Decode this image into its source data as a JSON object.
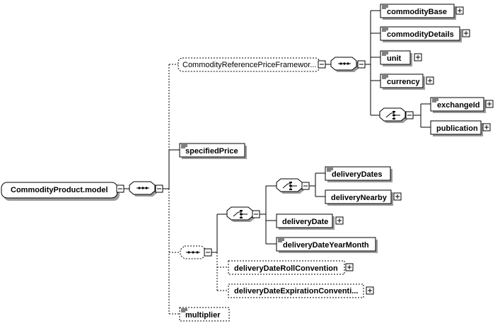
{
  "root": {
    "label": "CommodityProduct.model"
  },
  "nodes": {
    "framework": {
      "label": "CommodityReferencePriceFramewor..."
    },
    "commodityBase": {
      "label": "commodityBase"
    },
    "commodityDetails": {
      "label": "commodityDetails"
    },
    "unit": {
      "label": "unit"
    },
    "currency": {
      "label": "currency"
    },
    "exchangeId": {
      "label": "exchangeId"
    },
    "publication": {
      "label": "publication"
    },
    "specifiedPrice": {
      "label": "specifiedPrice"
    },
    "deliveryDates": {
      "label": "deliveryDates"
    },
    "deliveryNearby": {
      "label": "deliveryNearby"
    },
    "deliveryDate": {
      "label": "deliveryDate"
    },
    "deliveryDateYearMonth": {
      "label": "deliveryDateYearMonth"
    },
    "deliveryDateRollConvention": {
      "label": "deliveryDateRollConvention"
    },
    "deliveryDateExpirationConvention": {
      "label": "deliveryDateExpirationConventi..."
    },
    "multiplier": {
      "label": "multiplier"
    }
  },
  "icons": {
    "expand": "plus-box-icon",
    "collapse": "minus-box-icon",
    "sequence": "sequence-compositor-icon",
    "choice": "choice-compositor-icon",
    "documentation": "documentation-icon"
  }
}
